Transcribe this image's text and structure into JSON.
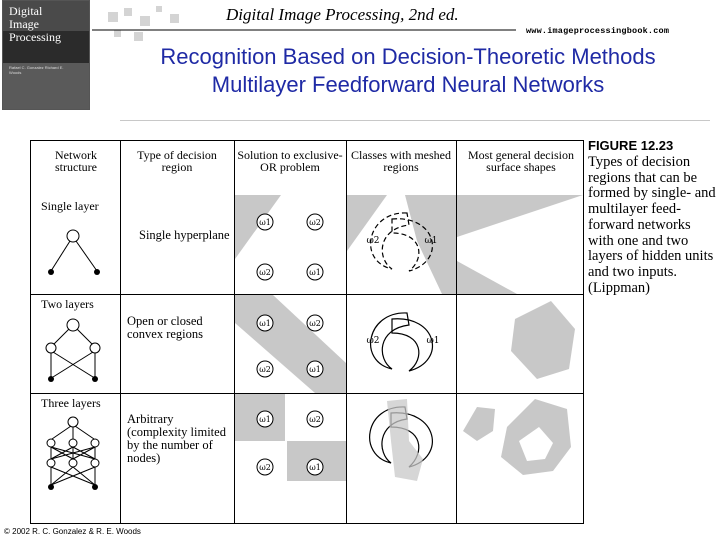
{
  "header": {
    "book_title": "Digital Image Processing, 2nd ed.",
    "url": "www.imageprocessingbook.com",
    "cover": {
      "line1": "Digital",
      "line2": "Image",
      "line3": "Processing",
      "authors": "Rafael C. Gonzalez  Richard E. Woods"
    }
  },
  "slide": {
    "title_line1": "Recognition Based on Decision-Theoretic Methods",
    "title_line2": "Multilayer Feedforward Neural Networks",
    "title_color": "#1f2aa5"
  },
  "figure": {
    "columns": [
      "Network structure",
      "Type of decision region",
      "Solution to exclusive-OR problem",
      "Classes with meshed regions",
      "Most general decision surface shapes"
    ],
    "rows": [
      {
        "network": "Single layer",
        "region_type": "Single hyperplane"
      },
      {
        "network": "Two layers",
        "region_type": "Open or closed convex regions"
      },
      {
        "network": "Three layers",
        "region_type": "Arbitrary (complexity limited by the number of nodes)"
      }
    ],
    "class_labels": {
      "w1": "ω1",
      "w2": "ω2"
    },
    "shade_color": "#c8c8c8",
    "caption_title": "FIGURE 12.23",
    "caption_text": "Types of decision regions that can be formed by single- and multilayer feed-forward networks with one and two layers of hidden units and two inputs. (Lippman)"
  },
  "footer": {
    "copyright": "© 2002 R. C. Gonzalez & R. E. Woods"
  }
}
